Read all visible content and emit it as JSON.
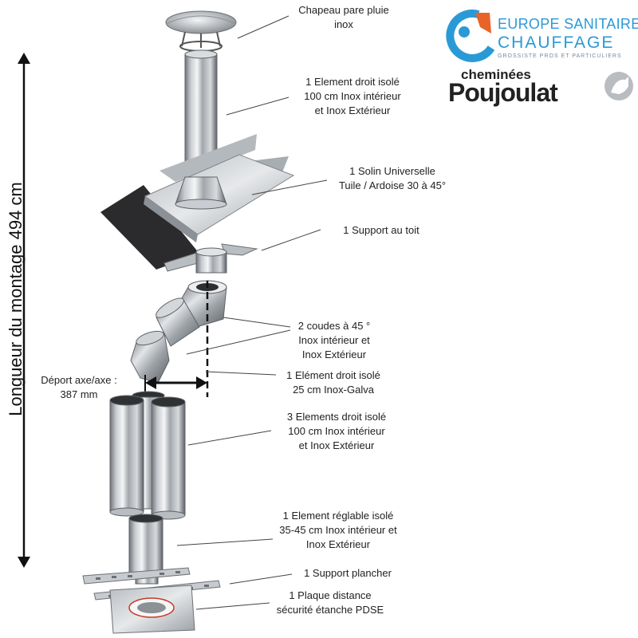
{
  "labels": {
    "chapeau": [
      "Chapeau pare pluie",
      "inox"
    ],
    "element_100": [
      "1 Element droit isolé",
      "100 cm Inox intérieur",
      "et Inox Extérieur"
    ],
    "solin": [
      "1 Solin Universelle",
      "Tuile / Ardoise 30 à 45°"
    ],
    "support_toit": [
      "1 Support au toit"
    ],
    "coudes": [
      "2 coudes à 45 °",
      "Inox intérieur et",
      "Inox Extérieur"
    ],
    "element_25": [
      "1 Elément droit isolé",
      "25 cm Inox-Galva"
    ],
    "elements_3": [
      "3 Elements droit isolé",
      "100 cm Inox intérieur",
      "et Inox Extérieur"
    ],
    "reglable": [
      "1 Element réglable isolé",
      "35-45 cm Inox intérieur et",
      "Inox Extérieur"
    ],
    "support_plancher": [
      "1 Support plancher"
    ],
    "plaque": [
      "1 Plaque distance",
      "sécurité étanche PDSE"
    ],
    "deport": [
      "Déport axe/axe :",
      "387 mm"
    ]
  },
  "length_label": "Longueur du montage  494 cm",
  "brand_es": {
    "line1": "EUROPE SANITAIRE",
    "line2": "CHAUFFAGE",
    "line3": "GROSSISTE PROS ET PARTICULIERS"
  },
  "brand_poujoulat": {
    "line1": "cheminées",
    "line2": "Poujoulat"
  },
  "colors": {
    "brand_blue": "#2a9ad6",
    "brand_orange": "#e8632a",
    "steel_light": "#e8eaec",
    "steel_dark": "#6f757b",
    "roof_black": "#2b2b2d"
  }
}
